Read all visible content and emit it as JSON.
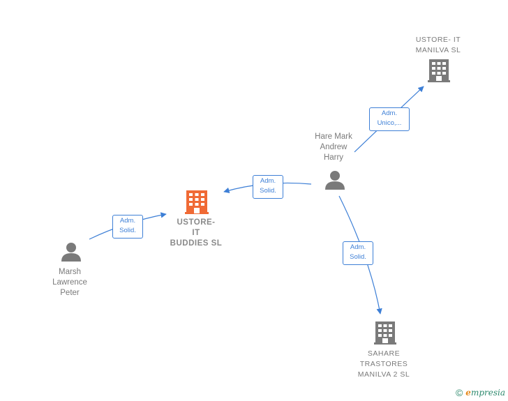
{
  "nodes": {
    "main_company": {
      "label": "USTORE-\nIT\nBUDDIES  SL",
      "type": "company",
      "color": "#f06a35"
    },
    "company_top": {
      "label": "USTORE- IT\nMANILVA  SL",
      "type": "company",
      "color": "#7a7a7a"
    },
    "company_bottom": {
      "label": "SAHARE\nTRASTORES\nMANILVA 2  SL",
      "type": "company",
      "color": "#7a7a7a"
    },
    "person_hare": {
      "label": "Hare Mark\nAndrew\nHarry",
      "type": "person",
      "color": "#7a7a7a"
    },
    "person_marsh": {
      "label": "Marsh\nLawrence\nPeter",
      "type": "person",
      "color": "#7a7a7a"
    }
  },
  "edges": {
    "hare_to_top": {
      "label": "Adm.\nUnico,..."
    },
    "hare_to_main": {
      "label": "Adm.\nSolid."
    },
    "marsh_to_main": {
      "label": "Adm.\nSolid."
    },
    "hare_to_bottom": {
      "label": "Adm.\nSolid."
    }
  },
  "colors": {
    "edge": "#3d7fd6",
    "accent": "#f06a35",
    "neutral": "#7a7a7a"
  },
  "footer": {
    "copyright": "©",
    "brand_initial": "e",
    "brand_rest": "mpresia"
  }
}
